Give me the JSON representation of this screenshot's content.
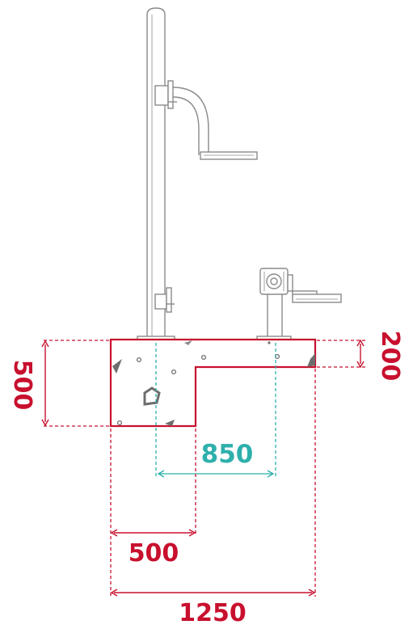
{
  "dimensions": {
    "height_total": "500",
    "height_step": "200",
    "width_lower_step": "500",
    "width_total": "1250",
    "post_spacing": "850"
  },
  "colors": {
    "dimension_red": "#c8102e",
    "dimension_teal": "#2eb0ac",
    "equipment_line": "#8a8a8a",
    "concrete_fleck": "#6d6d6d"
  }
}
